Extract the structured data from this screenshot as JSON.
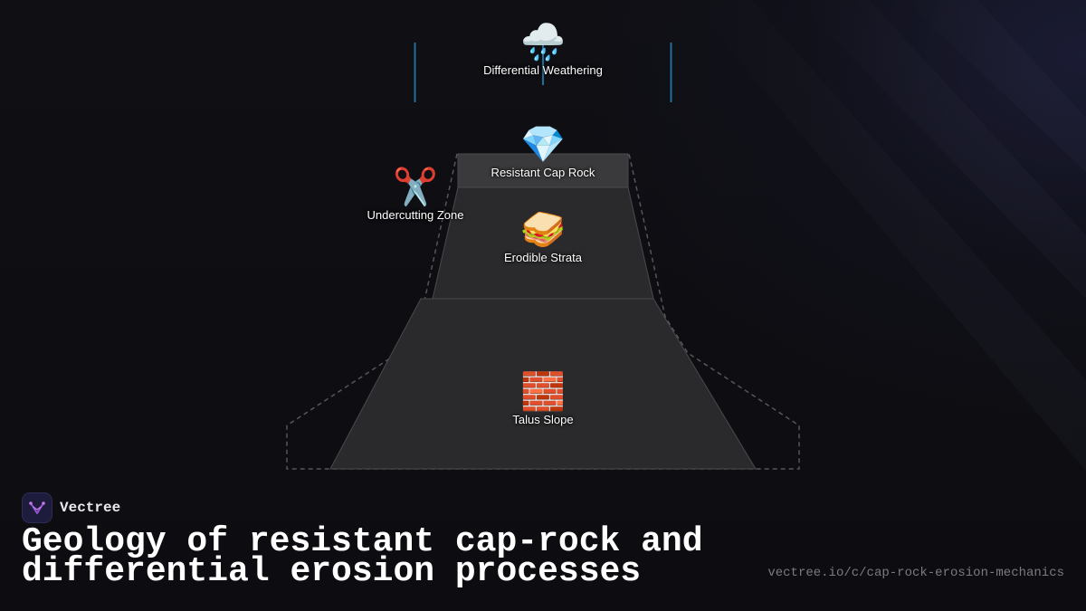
{
  "diagram": {
    "nodes": [
      {
        "id": "weathering",
        "icon": "rain-cloud-icon",
        "emoji": "🌧️",
        "label": "Differential Weathering"
      },
      {
        "id": "cap_rock",
        "icon": "gem-icon",
        "emoji": "💎",
        "label": "Resistant Cap Rock"
      },
      {
        "id": "undercutting",
        "icon": "scissors-icon",
        "emoji": "✂️",
        "label": "Undercutting Zone"
      },
      {
        "id": "erodible",
        "icon": "sandwich-icon",
        "emoji": "🥪",
        "label": "Erodible Strata"
      },
      {
        "id": "talus",
        "icon": "brick-icon",
        "emoji": "🧱",
        "label": "Talus Slope"
      }
    ],
    "colors": {
      "background": "#0e0e12",
      "layer_fill": "#2a2a2c",
      "cap_fill": "#3a3a3c",
      "layer_stroke": "#4a4a4e",
      "dashed_outline": "#55555a",
      "rain_lines": "#1f6f99"
    }
  },
  "footer": {
    "brand_name": "Vectree",
    "brand_icon": "vectree-logo-icon",
    "title": "Geology of resistant cap-rock and differential erosion processes",
    "url": "vectree.io/c/cap-rock-erosion-mechanics"
  }
}
